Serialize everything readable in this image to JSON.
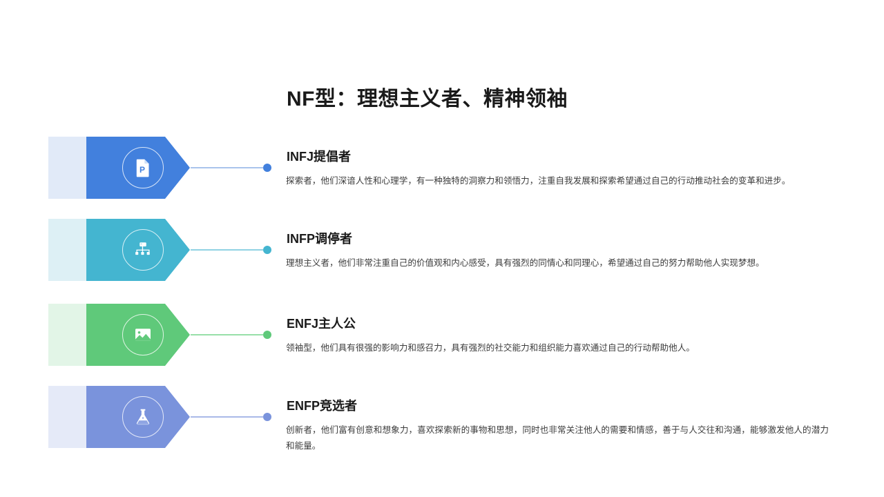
{
  "slide": {
    "title": "NF型：理想主义者、精神领袖",
    "background": "#ffffff"
  },
  "items": [
    {
      "heading": "INFJ提倡者",
      "body": "探索者，他们深谙人性和心理学，有一种独特的洞察力和领悟力，注重自我发展和探索希望通过自己的行动推动社会的变革和进步。",
      "icon": "document-p-icon",
      "color": "#4280DD",
      "pale_color": "#E1EAF8",
      "line_color": "#A9C4EC"
    },
    {
      "heading": "INFP调停者",
      "body": "理想主义者，他们非常注重自己的价值观和内心感受，具有强烈的同情心和同理心，希望通过自己的努力帮助他人实现梦想。",
      "icon": "sitemap-hierarchy-icon",
      "color": "#44B5D0",
      "pale_color": "#DDF0F5",
      "line_color": "#8FD2E3"
    },
    {
      "heading": "ENFJ主人公",
      "body": "领袖型，他们具有很强的影响力和感召力，具有强烈的社交能力和组织能力喜欢通过自己的行动帮助他人。",
      "icon": "image-picture-icon",
      "color": "#5FC97A",
      "pale_color": "#E2F5E7",
      "line_color": "#97DFA8"
    },
    {
      "heading": "ENFP竞选者",
      "body": "创新者，他们富有创意和想象力，喜欢探索新的事物和思想，同时也非常关注他人的需要和情感，善于与人交往和沟通，能够激发他人的潜力和能量。",
      "icon": "flask-beaker-icon",
      "color": "#7A93DC",
      "pale_color": "#E5EAF8",
      "line_color": "#A9B9E8"
    }
  ]
}
